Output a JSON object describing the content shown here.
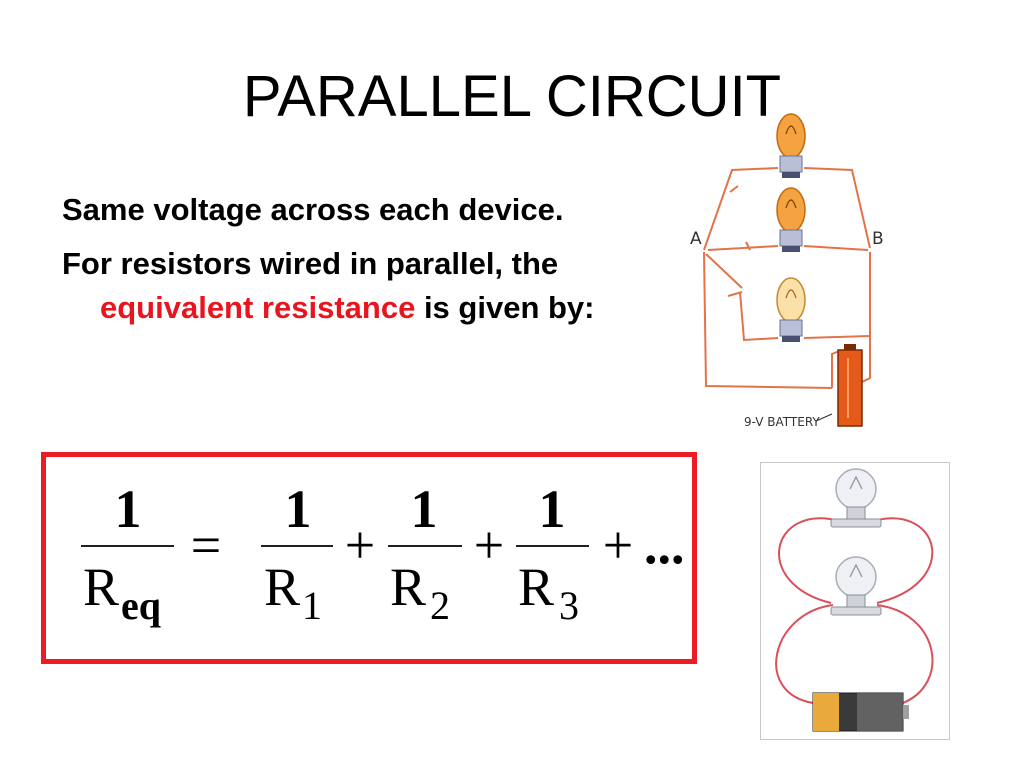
{
  "slide": {
    "title": "PARALLEL CIRCUIT",
    "bullets": [
      {
        "text": "Same voltage across each device."
      },
      {
        "before": "For resistors wired in parallel, the ",
        "highlight": "equivalent resistance",
        "after": " is given by:"
      }
    ],
    "colors": {
      "highlight": "#e8141e",
      "box_border": "#ec1c24",
      "wire": "#e2734a"
    }
  },
  "formula": {
    "numerator": "1",
    "lhs_symbol": "R",
    "lhs_subscript": "eq",
    "equals": "=",
    "plus": "+",
    "terms": [
      {
        "symbol": "R",
        "subscript": "1"
      },
      {
        "symbol": "R",
        "subscript": "2"
      },
      {
        "symbol": "R",
        "subscript": "3"
      }
    ],
    "ellipsis": "..."
  },
  "circuit_diagram": {
    "label_a": "A",
    "label_b": "B",
    "battery_label": "9-V BATTERY"
  },
  "photo": {
    "icons": [
      "light-bulb-icon",
      "light-bulb-icon",
      "battery-icon"
    ]
  }
}
